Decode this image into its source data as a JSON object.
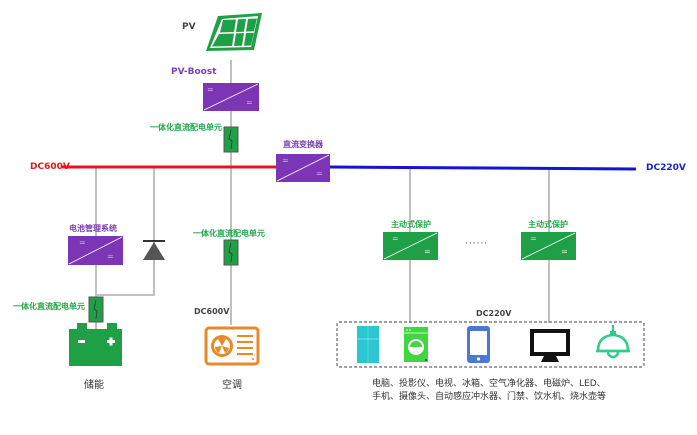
{
  "title": "DC microgrid system diagram",
  "buses": {
    "dc600": {
      "label": "DC600V",
      "color": "#e8151b"
    },
    "dc220": {
      "label": "DC220V",
      "color": "#1414d2"
    }
  },
  "nodes": {
    "pv": {
      "label": "PV"
    },
    "pv_boost": {
      "label": "PV-Boost"
    },
    "dc_unit_top": {
      "label": "一体化直流配电单元"
    },
    "dc_converter": {
      "label": "直流变换器"
    },
    "bms": {
      "label": "电池管理系统"
    },
    "dc_unit_battery": {
      "label": "一体化直流配电单元"
    },
    "dc_unit_ac": {
      "label": "一体化直流配电单元"
    },
    "ac_voltage": {
      "label": "DC600V"
    },
    "battery": {
      "label": "储能"
    },
    "air_conditioner": {
      "label": "空调"
    },
    "protection_1": {
      "label": "主动式保护"
    },
    "protection_2": {
      "label": "主动式保护"
    },
    "ellipsis": {
      "label": "······"
    },
    "loads_voltage": {
      "label": "DC220V"
    }
  },
  "converter_symbols": {
    "eq": "="
  },
  "battery_symbols": {
    "minus": "−",
    "plus": "+"
  },
  "loads": {
    "icons": [
      "refrigerator-icon",
      "washing-machine-icon",
      "phone-icon",
      "monitor-icon",
      "lamp-icon"
    ],
    "description_line1": "电脑、投影仪、电视、冰箱、空气净化器、电磁炉、LED、",
    "description_line2": "手机、摄像头、自动感应冲水器、门禁、饮水机、烧水壶等"
  },
  "colors": {
    "purple": "#7b35b5",
    "green": "#1fa046",
    "wire": "#c0c0c0",
    "orange": "#e88a2a",
    "cyan": "#2cc6d2",
    "lime": "#3fd63f",
    "phone": "#4a78d6",
    "lamp": "#2fcc8c"
  }
}
